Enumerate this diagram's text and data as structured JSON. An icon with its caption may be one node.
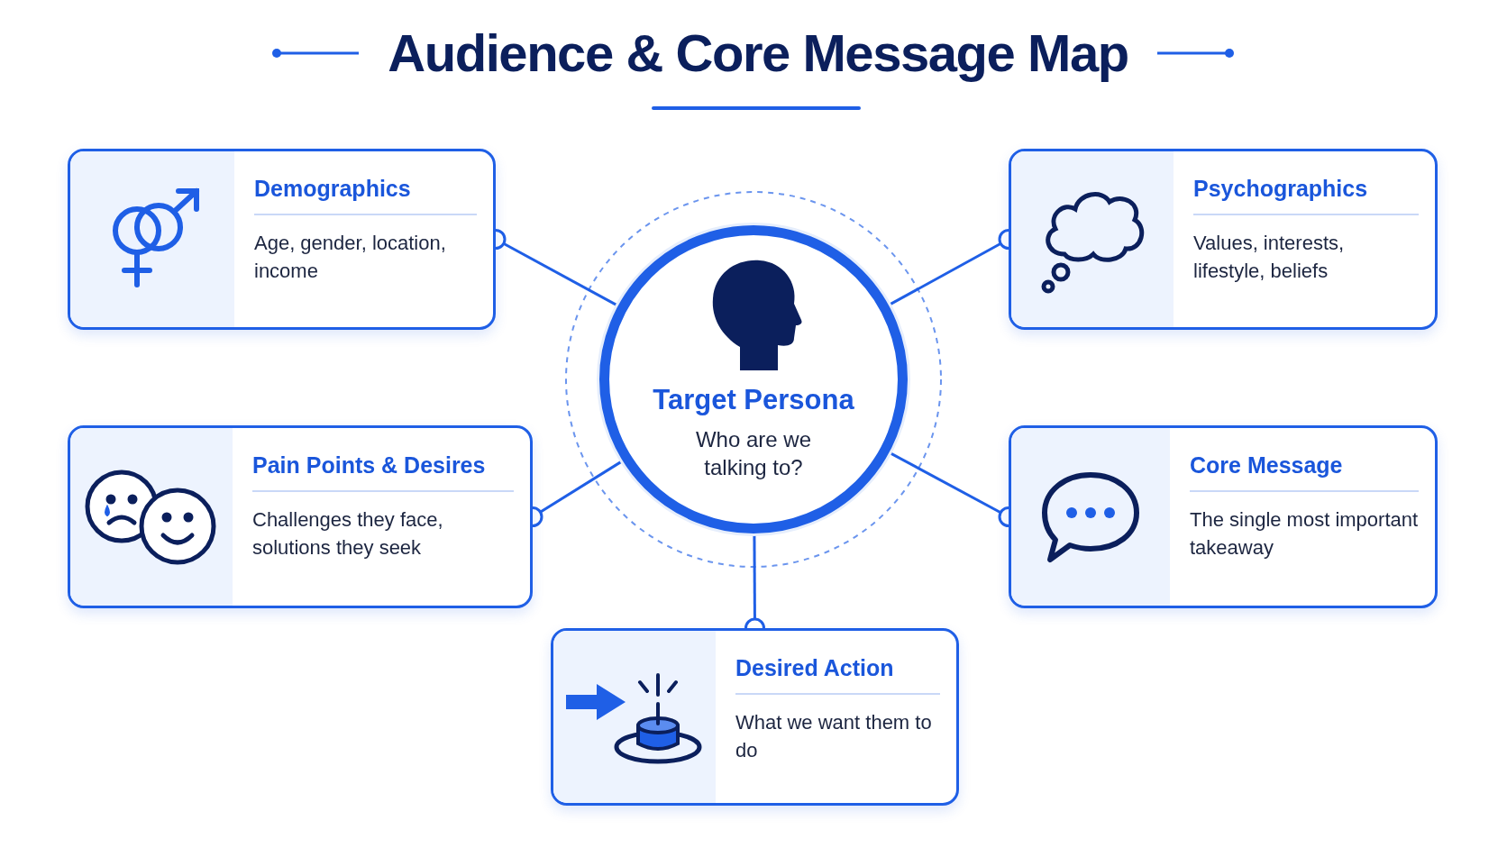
{
  "diagram": {
    "title": "Audience & Core Message Map",
    "nodes": [
      {
        "text": [
          "Target Persona",
          "Who are we talking to?"
        ]
      },
      {
        "text": [
          "Demographics",
          "Age, gender, location, income"
        ]
      },
      {
        "text": [
          "Psychographics",
          "Values, interests, lifestyle, beliefs"
        ]
      },
      {
        "text": [
          "Pain Points & Desires",
          "Challenges they face, solutions they seek"
        ]
      },
      {
        "text": [
          "Core Message",
          "The single most important takeaway"
        ]
      },
      {
        "text": [
          "Desired Action",
          "What we want them to do"
        ]
      }
    ],
    "edges": [
      {
        "from": 0,
        "to": 1,
        "arrow": "other"
      },
      {
        "from": 0,
        "to": 2,
        "arrow": "other"
      },
      {
        "from": 0,
        "to": 3,
        "arrow": "other"
      },
      {
        "from": 0,
        "to": 4,
        "arrow": "other"
      },
      {
        "from": 0,
        "to": 5,
        "arrow": "other"
      }
    ]
  }
}
